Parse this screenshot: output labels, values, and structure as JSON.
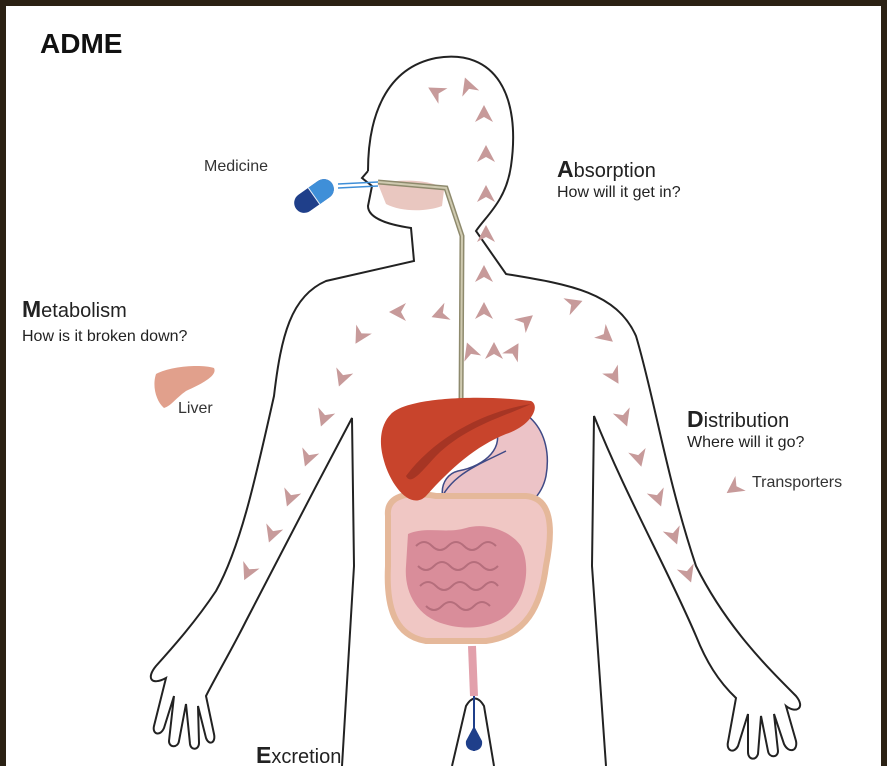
{
  "title": "ADME",
  "labels": {
    "medicine": "Medicine",
    "liver": "Liver",
    "transporters": "Transporters"
  },
  "absorption": {
    "initial": "A",
    "rest": "bsorption",
    "question": "How will it get in?"
  },
  "metabolism": {
    "initial": "M",
    "rest": "etabolism",
    "question": "How is it broken down?"
  },
  "distribution": {
    "initial": "D",
    "rest": "istribution",
    "question": "Where will it go?"
  },
  "excretion": {
    "initial": "E",
    "rest": "xcretion"
  },
  "colors": {
    "outline": "#222222",
    "arrow": "#c79a9a",
    "liver": "#c8442c",
    "intestine": "#e2a0ab",
    "stomach": "#ecc3c7",
    "pill_dark": "#1f3f8a",
    "pill_light": "#3f8fd8"
  }
}
